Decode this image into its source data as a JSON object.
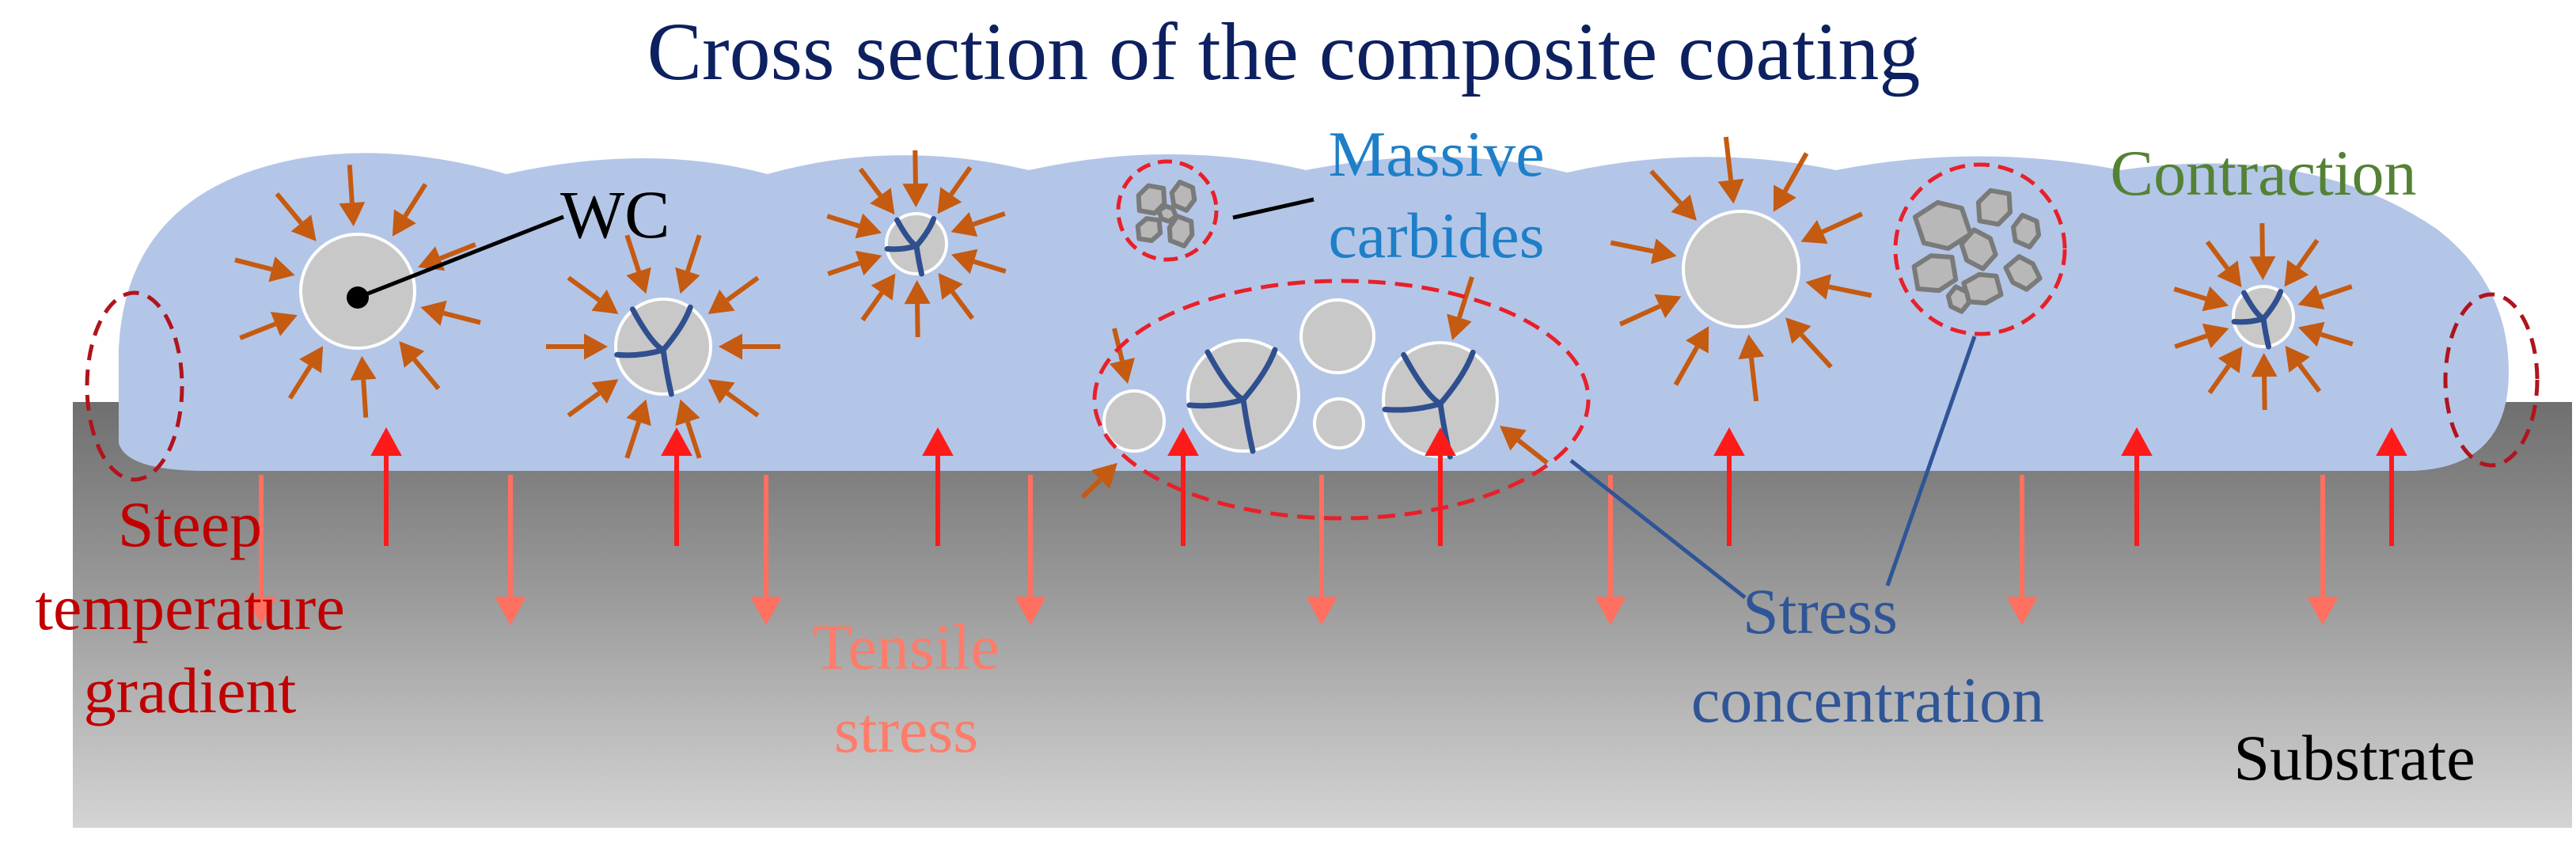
{
  "title": "Cross section of the composite coating",
  "labels": {
    "wc": "WC",
    "massive_line1": "Massive",
    "massive_line2": "carbides",
    "contraction": "Contraction",
    "steep_line1": "Steep",
    "steep_line2": "temperature",
    "steep_line3": "gradient",
    "tensile_line1": "Tensile",
    "tensile_line2": "stress",
    "stress_line1": "Stress",
    "stress_line2": "concentration",
    "substrate": "Substrate"
  },
  "colors": {
    "title": "#0d2060",
    "coating": "#b4c6e7",
    "particle": "#c8c8c8",
    "crack": "#2f4f8f",
    "compressive_arrow": "#c55a11",
    "upward_arrow": "#ff1a1a",
    "tensile_arrow": "#ff7060",
    "dashed_outline": "#e8202a",
    "edge_outline": "#b0141c",
    "massive_label": "#1e7fc8",
    "contraction_label": "#548235",
    "steep_label": "#c00000",
    "tensile_label": "#ff7c6a",
    "stress_label": "#2f5597",
    "substrate_label": "#000000"
  }
}
